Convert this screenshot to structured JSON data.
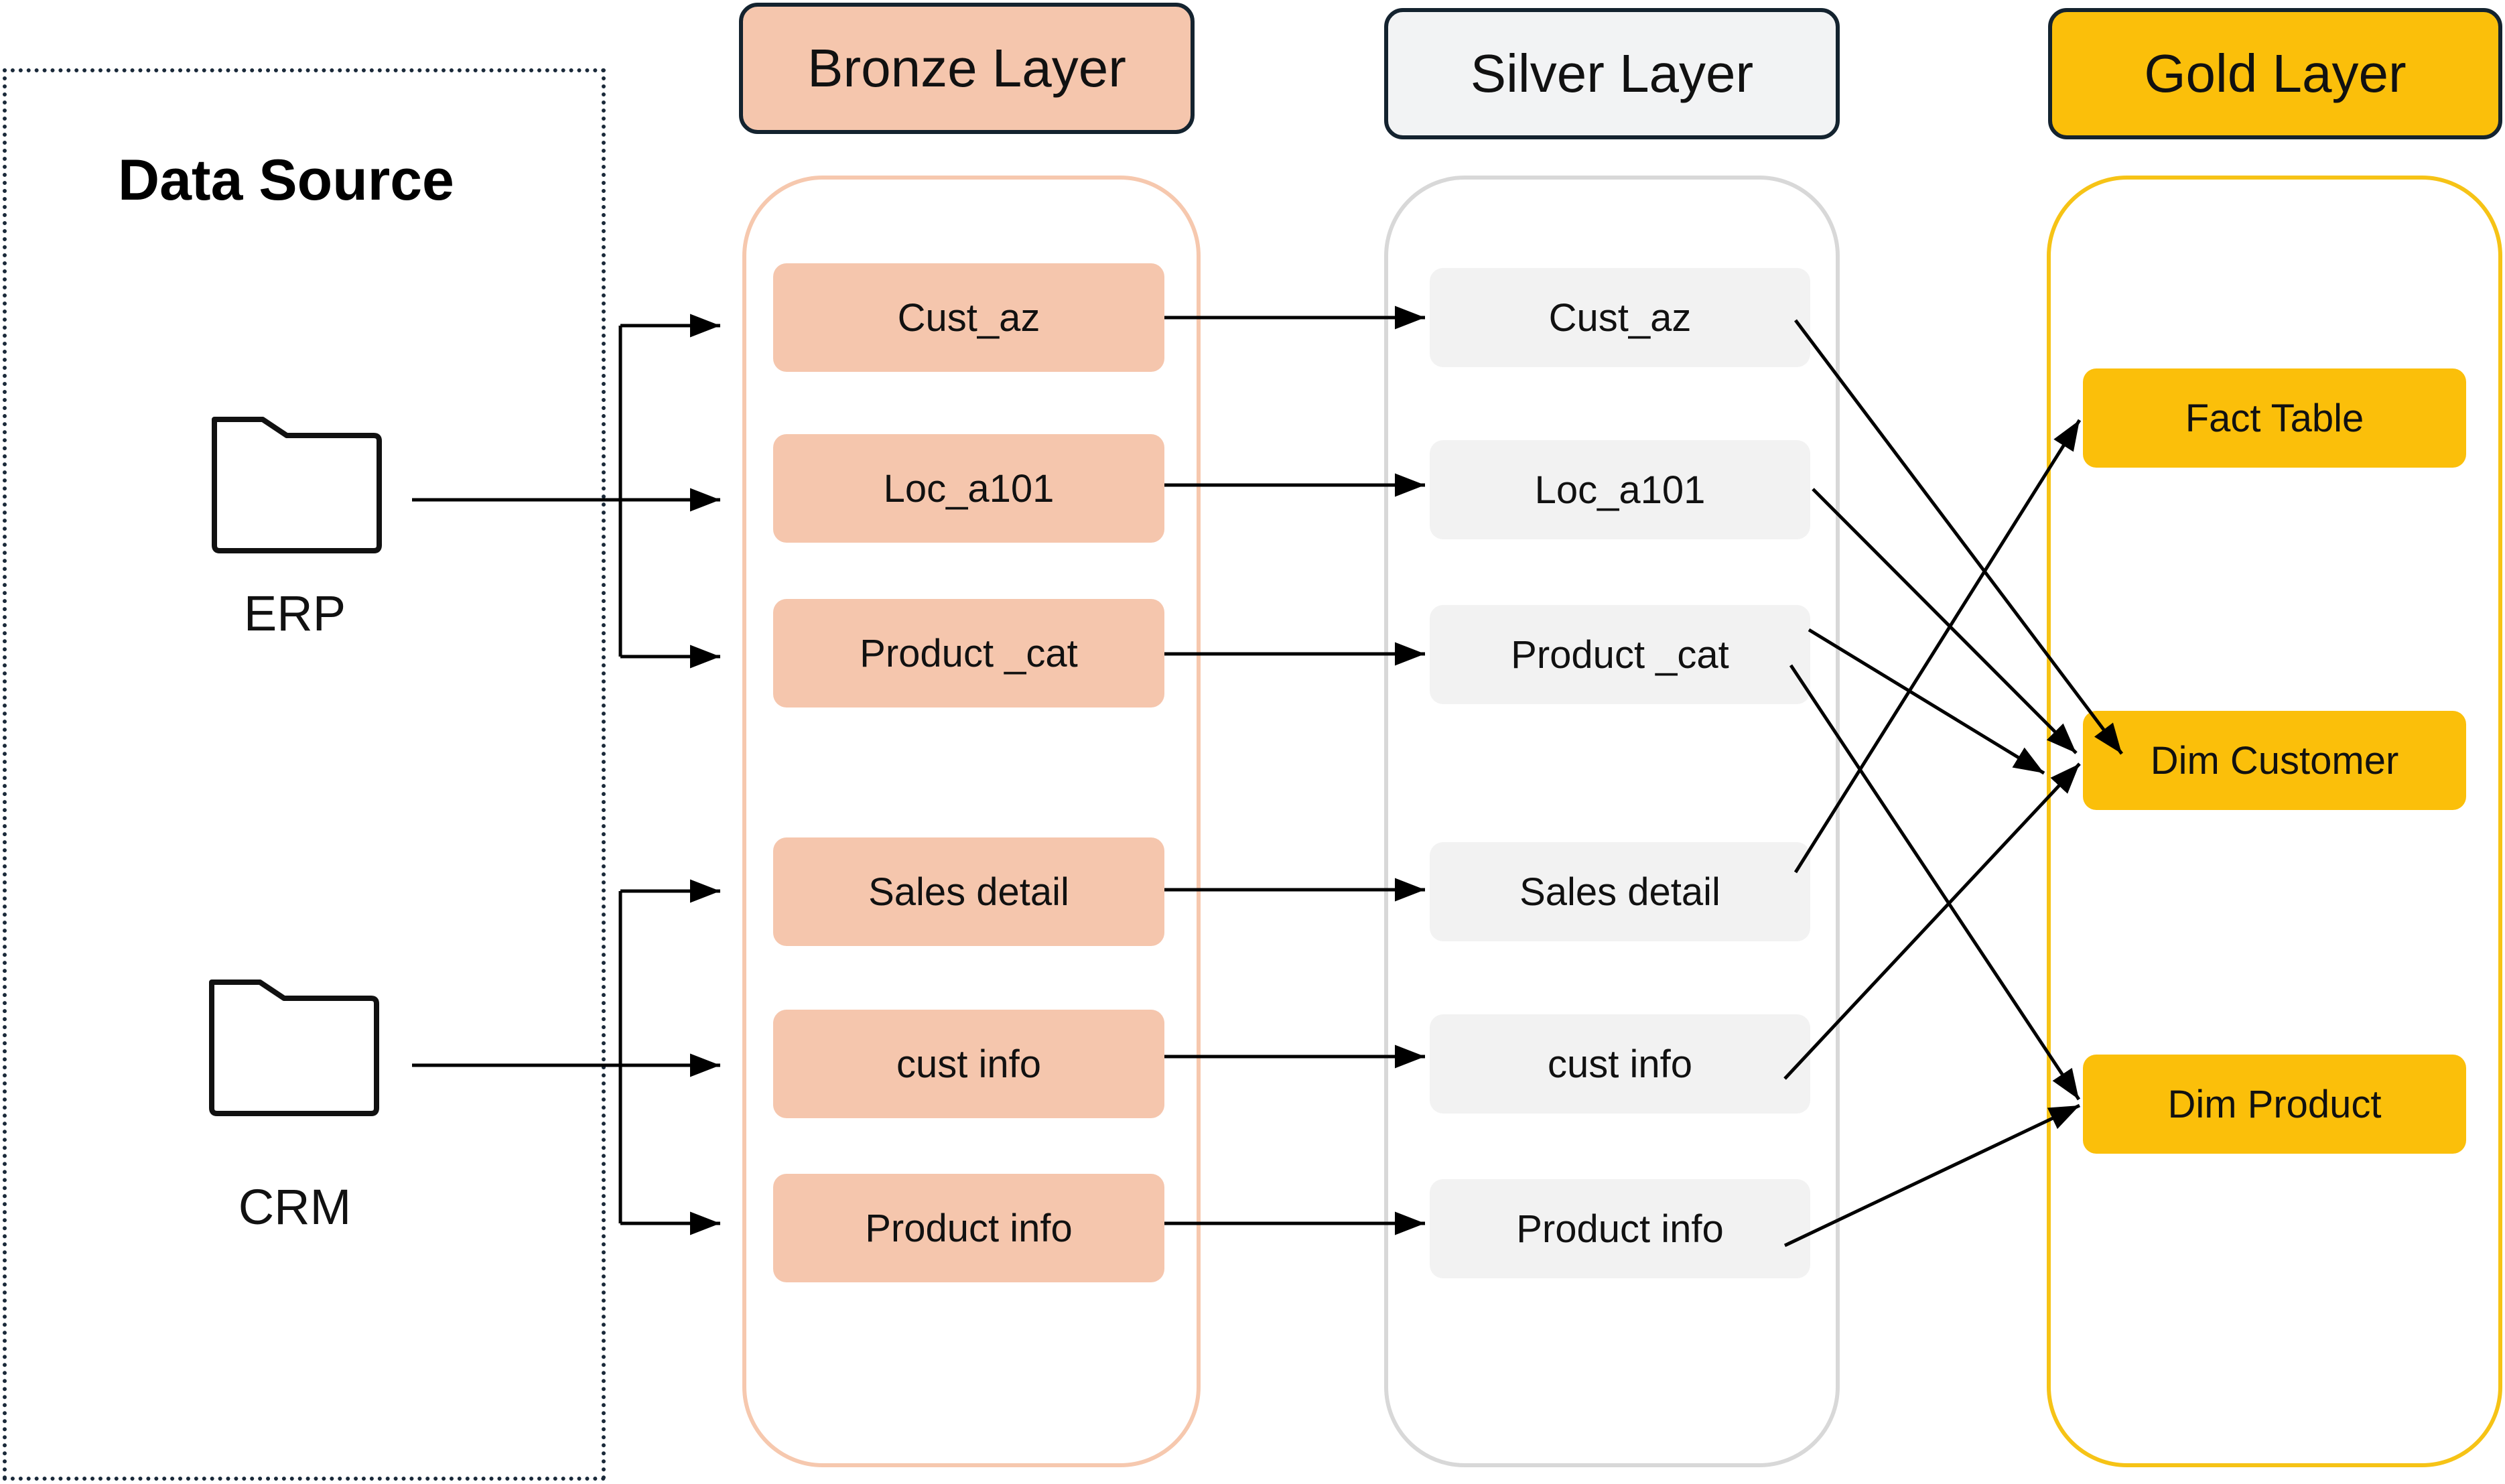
{
  "data_source": {
    "title": "Data Source",
    "sources": [
      {
        "label": "ERP",
        "icon": "folder-icon"
      },
      {
        "label": "CRM",
        "icon": "folder-icon"
      }
    ]
  },
  "layers": {
    "bronze": {
      "title": "Bronze Layer",
      "color": "#f5c6ad",
      "tables": [
        "Cust_az",
        "Loc_a101",
        "Product _cat",
        "Sales detail",
        "cust info",
        "Product info"
      ]
    },
    "silver": {
      "title": "Silver Layer",
      "color": "#f2f3f4",
      "tables": [
        "Cust_az",
        "Loc_a101",
        "Product _cat",
        "Sales detail",
        "cust info",
        "Product info"
      ]
    },
    "gold": {
      "title": "Gold Layer",
      "color": "#fbbf0a",
      "tables": [
        "Fact Table",
        "Dim Customer",
        "Dim Product"
      ]
    }
  },
  "flows": [
    {
      "from": "ERP",
      "to": [
        "Cust_az",
        "Loc_a101",
        "Product _cat"
      ]
    },
    {
      "from": "CRM",
      "to": [
        "Sales detail",
        "cust info",
        "Product info"
      ]
    },
    {
      "from": "silver.Cust_az",
      "to": "gold.Dim Customer"
    },
    {
      "from": "silver.Loc_a101",
      "to": "gold.Dim Customer"
    },
    {
      "from": "silver.Product _cat",
      "to": "gold.Dim Customer"
    },
    {
      "from": "silver.Product _cat",
      "to": "gold.Dim Product"
    },
    {
      "from": "silver.Sales detail",
      "to": "gold.Fact Table"
    },
    {
      "from": "silver.cust info",
      "to": "gold.Dim Customer"
    },
    {
      "from": "silver.Product info",
      "to": "gold.Dim Product"
    }
  ]
}
